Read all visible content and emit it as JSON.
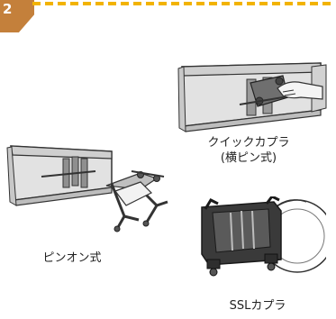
{
  "step": {
    "number": "2"
  },
  "colors": {
    "badge": "#c4803b",
    "dash_accent": "#f2b300",
    "machine_fill": "#d9d9d9",
    "machine_dark": "#3a3a3a"
  },
  "items": [
    {
      "icon": "blade-quick-coupler-illustration",
      "caption_line1": "クイックカプラ",
      "caption_line2": "(横ピン式)"
    },
    {
      "icon": "blade-pin-on-illustration",
      "caption_line1": "ピンオン式"
    },
    {
      "icon": "ssl-coupler-illustration",
      "caption_line1": "SSLカプラ"
    }
  ]
}
